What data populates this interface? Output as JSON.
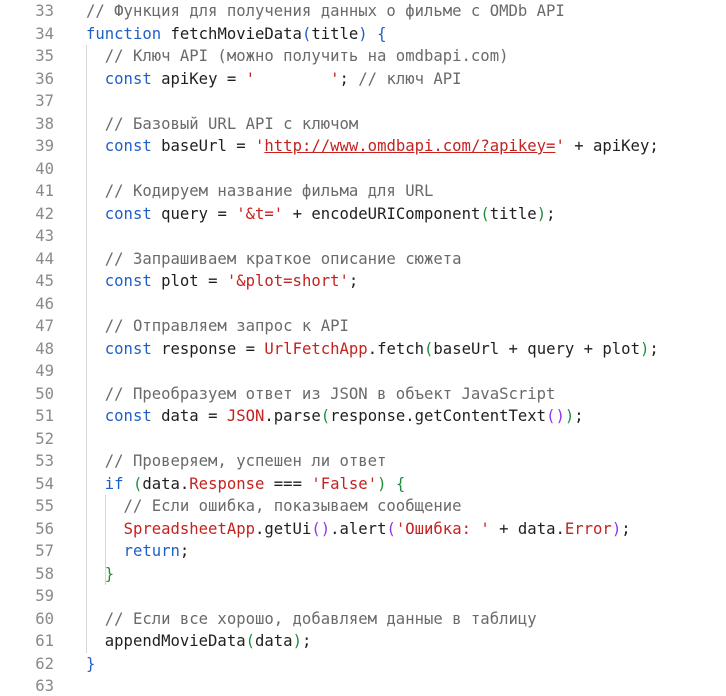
{
  "editor": {
    "lines": [
      {
        "n": "33",
        "tokens": [
          {
            "t": "// Функция для получения данных о фильме с OMDb API",
            "c": "c-com"
          }
        ]
      },
      {
        "n": "34",
        "tokens": [
          {
            "t": "function",
            "c": "c-kw"
          },
          {
            "t": " fetchMovieData",
            "c": "c-def"
          },
          {
            "t": "(",
            "c": "c-brk1"
          },
          {
            "t": "title",
            "c": "c-def"
          },
          {
            "t": ")",
            "c": "c-brk1"
          },
          {
            "t": " ",
            "c": "c-def"
          },
          {
            "t": "{",
            "c": "c-brk1"
          }
        ]
      },
      {
        "n": "35",
        "tokens": [
          {
            "t": "  // Ключ API (можно получить на omdbapi.com)",
            "c": "c-com"
          }
        ]
      },
      {
        "n": "36",
        "tokens": [
          {
            "t": "  ",
            "c": "c-def"
          },
          {
            "t": "const",
            "c": "c-kw"
          },
          {
            "t": " apiKey = ",
            "c": "c-def"
          },
          {
            "t": "'        '",
            "c": "c-str"
          },
          {
            "t": "; ",
            "c": "c-def"
          },
          {
            "t": "// ключ API",
            "c": "c-com"
          }
        ]
      },
      {
        "n": "37",
        "tokens": []
      },
      {
        "n": "38",
        "tokens": [
          {
            "t": "  // Базовый URL API с ключом",
            "c": "c-com"
          }
        ]
      },
      {
        "n": "39",
        "tokens": [
          {
            "t": "  ",
            "c": "c-def"
          },
          {
            "t": "const",
            "c": "c-kw"
          },
          {
            "t": " baseUrl = ",
            "c": "c-def"
          },
          {
            "t": "'",
            "c": "c-str"
          },
          {
            "t": "http://www.omdbapi.com/?apikey=",
            "c": "c-link"
          },
          {
            "t": "'",
            "c": "c-str"
          },
          {
            "t": " + apiKey;",
            "c": "c-def"
          }
        ]
      },
      {
        "n": "40",
        "tokens": []
      },
      {
        "n": "41",
        "tokens": [
          {
            "t": "  // Кодируем название фильма для URL",
            "c": "c-com"
          }
        ]
      },
      {
        "n": "42",
        "tokens": [
          {
            "t": "  ",
            "c": "c-def"
          },
          {
            "t": "const",
            "c": "c-kw"
          },
          {
            "t": " query = ",
            "c": "c-def"
          },
          {
            "t": "'&t='",
            "c": "c-str"
          },
          {
            "t": " + encodeURIComponent",
            "c": "c-def"
          },
          {
            "t": "(",
            "c": "c-brk2"
          },
          {
            "t": "title",
            "c": "c-def"
          },
          {
            "t": ")",
            "c": "c-brk2"
          },
          {
            "t": ";",
            "c": "c-def"
          }
        ]
      },
      {
        "n": "43",
        "tokens": []
      },
      {
        "n": "44",
        "tokens": [
          {
            "t": "  // Запрашиваем краткое описание сюжета",
            "c": "c-com"
          }
        ]
      },
      {
        "n": "45",
        "tokens": [
          {
            "t": "  ",
            "c": "c-def"
          },
          {
            "t": "const",
            "c": "c-kw"
          },
          {
            "t": " plot = ",
            "c": "c-def"
          },
          {
            "t": "'&plot=short'",
            "c": "c-str"
          },
          {
            "t": ";",
            "c": "c-def"
          }
        ]
      },
      {
        "n": "46",
        "tokens": []
      },
      {
        "n": "47",
        "tokens": [
          {
            "t": "  // Отправляем запрос к API",
            "c": "c-com"
          }
        ]
      },
      {
        "n": "48",
        "tokens": [
          {
            "t": "  ",
            "c": "c-def"
          },
          {
            "t": "const",
            "c": "c-kw"
          },
          {
            "t": " response = ",
            "c": "c-def"
          },
          {
            "t": "UrlFetchApp",
            "c": "c-obj"
          },
          {
            "t": ".fetch",
            "c": "c-def"
          },
          {
            "t": "(",
            "c": "c-brk2"
          },
          {
            "t": "baseUrl + query + plot",
            "c": "c-def"
          },
          {
            "t": ")",
            "c": "c-brk2"
          },
          {
            "t": ";",
            "c": "c-def"
          }
        ]
      },
      {
        "n": "49",
        "tokens": []
      },
      {
        "n": "50",
        "tokens": [
          {
            "t": "  // Преобразуем ответ из JSON в объект JavaScript",
            "c": "c-com"
          }
        ]
      },
      {
        "n": "51",
        "tokens": [
          {
            "t": "  ",
            "c": "c-def"
          },
          {
            "t": "const",
            "c": "c-kw"
          },
          {
            "t": " data = ",
            "c": "c-def"
          },
          {
            "t": "JSON",
            "c": "c-obj"
          },
          {
            "t": ".parse",
            "c": "c-def"
          },
          {
            "t": "(",
            "c": "c-brk2"
          },
          {
            "t": "response.getContentText",
            "c": "c-def"
          },
          {
            "t": "()",
            "c": "c-brk3"
          },
          {
            "t": ")",
            "c": "c-brk2"
          },
          {
            "t": ";",
            "c": "c-def"
          }
        ]
      },
      {
        "n": "52",
        "tokens": []
      },
      {
        "n": "53",
        "tokens": [
          {
            "t": "  // Проверяем, успешен ли ответ",
            "c": "c-com"
          }
        ]
      },
      {
        "n": "54",
        "tokens": [
          {
            "t": "  ",
            "c": "c-def"
          },
          {
            "t": "if",
            "c": "c-kw"
          },
          {
            "t": " ",
            "c": "c-def"
          },
          {
            "t": "(",
            "c": "c-brk2"
          },
          {
            "t": "data.",
            "c": "c-def"
          },
          {
            "t": "Response",
            "c": "c-obj"
          },
          {
            "t": " === ",
            "c": "c-def"
          },
          {
            "t": "'False'",
            "c": "c-str"
          },
          {
            "t": ")",
            "c": "c-brk2"
          },
          {
            "t": " ",
            "c": "c-def"
          },
          {
            "t": "{",
            "c": "c-brk2"
          }
        ]
      },
      {
        "n": "55",
        "tokens": [
          {
            "t": "    // Если ошибка, показываем сообщение",
            "c": "c-com"
          }
        ]
      },
      {
        "n": "56",
        "tokens": [
          {
            "t": "    ",
            "c": "c-def"
          },
          {
            "t": "SpreadsheetApp",
            "c": "c-obj"
          },
          {
            "t": ".getUi",
            "c": "c-def"
          },
          {
            "t": "()",
            "c": "c-brk3"
          },
          {
            "t": ".alert",
            "c": "c-def"
          },
          {
            "t": "(",
            "c": "c-brk3"
          },
          {
            "t": "'Ошибка: '",
            "c": "c-str"
          },
          {
            "t": " + data.",
            "c": "c-def"
          },
          {
            "t": "Error",
            "c": "c-obj"
          },
          {
            "t": ")",
            "c": "c-brk3"
          },
          {
            "t": ";",
            "c": "c-def"
          }
        ]
      },
      {
        "n": "57",
        "tokens": [
          {
            "t": "    ",
            "c": "c-def"
          },
          {
            "t": "return",
            "c": "c-kw"
          },
          {
            "t": ";",
            "c": "c-def"
          }
        ]
      },
      {
        "n": "58",
        "tokens": [
          {
            "t": "  ",
            "c": "c-def"
          },
          {
            "t": "}",
            "c": "c-brk2"
          }
        ]
      },
      {
        "n": "59",
        "tokens": []
      },
      {
        "n": "60",
        "tokens": [
          {
            "t": "  // Если все хорошо, добавляем данные в таблицу",
            "c": "c-com"
          }
        ]
      },
      {
        "n": "61",
        "tokens": [
          {
            "t": "  appendMovieData",
            "c": "c-def"
          },
          {
            "t": "(",
            "c": "c-brk2"
          },
          {
            "t": "data",
            "c": "c-def"
          },
          {
            "t": ")",
            "c": "c-brk2"
          },
          {
            "t": ";",
            "c": "c-def"
          }
        ]
      },
      {
        "n": "62",
        "tokens": [
          {
            "t": "}",
            "c": "c-brk1"
          }
        ]
      },
      {
        "n": "63",
        "tokens": []
      }
    ]
  },
  "colors": {
    "background": "#ffffff",
    "line_number": "#8a8a8a",
    "comment": "#6a6a6a",
    "keyword": "#1f5fc8",
    "string": "#c5221f",
    "text": "#1f1f1f",
    "indent_guide": "#d6d6d6"
  }
}
